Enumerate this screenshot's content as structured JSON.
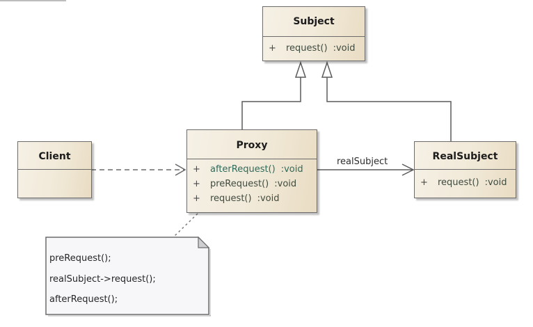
{
  "diagram": {
    "type": "UML class diagram",
    "pattern": "Proxy"
  },
  "classes": {
    "subject": {
      "name": "Subject",
      "operations": [
        {
          "visibility": "+",
          "name": "request()",
          "return": ":void"
        }
      ]
    },
    "proxy": {
      "name": "Proxy",
      "operations": [
        {
          "visibility": "+",
          "name": "afterRequest()",
          "return": ":void"
        },
        {
          "visibility": "+",
          "name": "preRequest()",
          "return": ":void"
        },
        {
          "visibility": "+",
          "name": "request()",
          "return": ":void"
        }
      ]
    },
    "real_subject": {
      "name": "RealSubject",
      "operations": [
        {
          "visibility": "+",
          "name": "request()",
          "return": ":void"
        }
      ]
    },
    "client": {
      "name": "Client",
      "operations": []
    }
  },
  "relationships": [
    {
      "from": "Proxy",
      "to": "Subject",
      "kind": "generalization"
    },
    {
      "from": "RealSubject",
      "to": "Subject",
      "kind": "generalization"
    },
    {
      "from": "Client",
      "to": "Proxy",
      "kind": "dependency"
    },
    {
      "from": "Proxy",
      "to": "RealSubject",
      "kind": "association",
      "label": "realSubject"
    },
    {
      "from": "Note",
      "to": "Proxy",
      "kind": "note-link"
    }
  ],
  "association_label": "realSubject",
  "note": {
    "lines": [
      "preRequest();",
      "realSubject->request();",
      "afterRequest();"
    ]
  },
  "colors": {
    "border": "#6b6b6b",
    "class_fill": "#f1e9d8",
    "note_fill": "#f7f7fa",
    "line": "#5a5a5a"
  }
}
